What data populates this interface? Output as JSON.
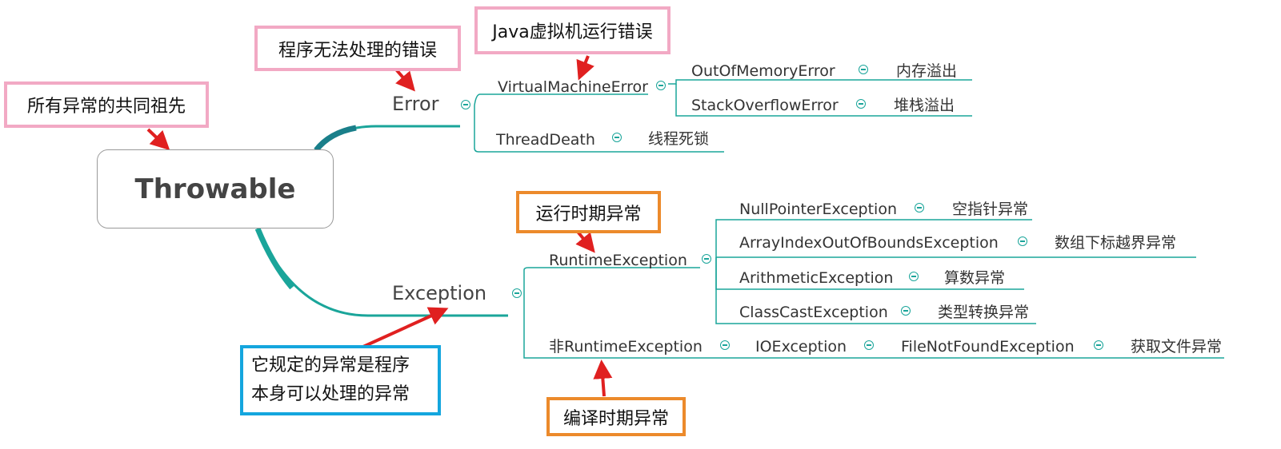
{
  "root": {
    "label": "Throwable"
  },
  "error": {
    "label": "Error",
    "children": {
      "vme": {
        "label": "VirtualMachineError"
      },
      "oom": {
        "label": "OutOfMemoryError",
        "desc": "内存溢出"
      },
      "soe": {
        "label": "StackOverflowError",
        "desc": "堆栈溢出"
      },
      "td": {
        "label": "ThreadDeath",
        "desc": "线程死锁"
      }
    }
  },
  "exception": {
    "label": "Exception",
    "runtime": {
      "label": "RuntimeException",
      "npe": {
        "label": "NullPointerException",
        "desc": "空指针异常"
      },
      "aioobe": {
        "label": "ArrayIndexOutOfBoundsException",
        "desc": "数组下标越界异常"
      },
      "ae": {
        "label": "ArithmeticException",
        "desc": "算数异常"
      },
      "cce": {
        "label": "ClassCastException",
        "desc": "类型转换异常"
      }
    },
    "nonruntime": {
      "label": "非RuntimeException",
      "ioe": {
        "label": "IOException"
      },
      "fnfe": {
        "label": "FileNotFoundException",
        "desc": "获取文件异常"
      }
    }
  },
  "notes": {
    "ancestor": "所有异常的共同祖先",
    "error_desc": "程序无法处理的错误",
    "jvm_desc": "Java虚拟机运行错误",
    "runtime_desc": "运行时期异常",
    "compile_desc": "编译时期异常",
    "exception_line1": "它规定的异常是程序",
    "exception_line2": "本身可以处理的异常"
  },
  "colors": {
    "branch": "#1aa59a",
    "arrow": "#e02020",
    "pink": "#f2a9c4",
    "orange": "#ec8a2b",
    "blue": "#14a6de"
  }
}
